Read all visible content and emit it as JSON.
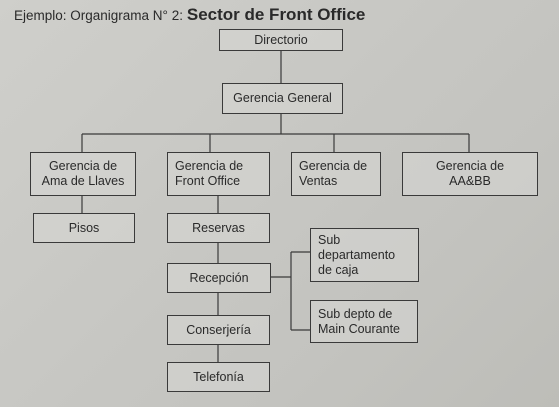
{
  "title": {
    "prefix": "Ejemplo: Organigrama  N° 2:",
    "main": "Sector de Front Office"
  },
  "nodes": {
    "directorio": "Directorio",
    "gerencia_general": "Gerencia General",
    "ama_de_llaves": "Gerencia de\nAma de Llaves",
    "front_office": "Gerencia de\nFront Office",
    "ventas": "Gerencia de\nVentas",
    "aabb": "Gerencia de\nAA&BB",
    "pisos": "Pisos",
    "reservas": "Reservas",
    "recepcion": "Recepción",
    "conserjeria": "Conserjería",
    "telefonia": "Telefonía",
    "sub_caja": "Sub\ndepartamento\nde caja",
    "sub_main_courante": "Sub depto de\nMain Courante"
  }
}
